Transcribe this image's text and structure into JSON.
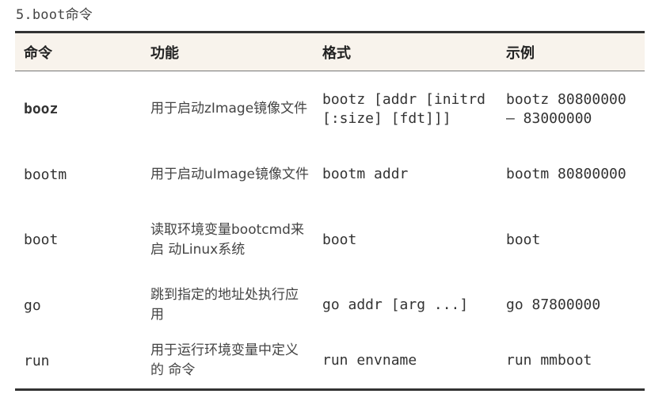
{
  "heading": "5.boot命令",
  "table": {
    "headers": [
      "命令",
      "功能",
      "格式",
      "示例"
    ],
    "rows": [
      {
        "cmd": "booz",
        "func": "用于启动zImage镜像文件",
        "format": "bootz [addr [initrd [:size] [fdt]]]",
        "example": "bootz 80800000 – 83000000"
      },
      {
        "cmd": "bootm",
        "func": "用于启动uImage镜像文件",
        "format": "bootm addr",
        "example": "bootm 80800000"
      },
      {
        "cmd": "boot",
        "func": "读取环境变量bootcmd来启 动Linux系统",
        "format": "boot",
        "example": "boot"
      },
      {
        "cmd": "go",
        "func": "跳到指定的地址处执行应用",
        "format": "go addr [arg ...]",
        "example": "go 87800000"
      },
      {
        "cmd": "run",
        "func": "用于运行环境变量中定义的 命令",
        "format": "run envname",
        "example": "run mmboot"
      }
    ]
  }
}
